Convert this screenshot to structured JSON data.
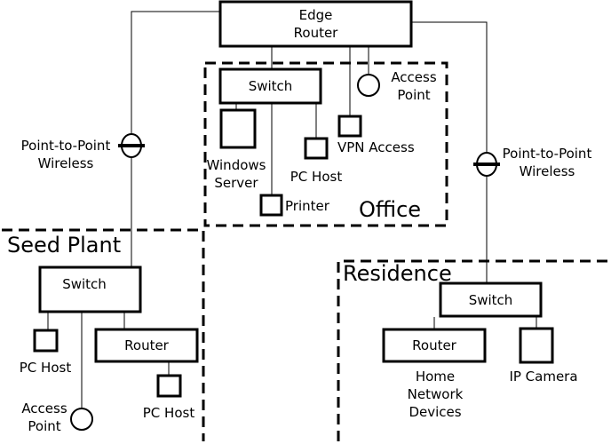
{
  "edge_router": {
    "label_line1": "Edge",
    "label_line2": "Router"
  },
  "office": {
    "zone_label": "Office",
    "switch_label": "Switch",
    "access_point": {
      "line1": "Access",
      "line2": "Point"
    },
    "vpn_label": "VPN Access",
    "server": {
      "line1": "Windows",
      "line2": "Server"
    },
    "pc_host_label": "PC Host",
    "printer_label": "Printer"
  },
  "wireless_left": {
    "line1": "Point-to-Point",
    "line2": "Wireless"
  },
  "wireless_right": {
    "line1": "Point-to-Point",
    "line2": "Wireless"
  },
  "seed_plant": {
    "zone_label": "Seed Plant",
    "switch_label": "Switch",
    "router_label": "Router",
    "pc_host_left_label": "PC Host",
    "pc_host_right_label": "PC Host",
    "access_point": {
      "line1": "Access",
      "line2": "Point"
    }
  },
  "residence": {
    "zone_label": "Residence",
    "switch_label": "Switch",
    "router_label": "Router",
    "home_devices": {
      "line1": "Home",
      "line2": "Network",
      "line3": "Devices"
    },
    "camera_label": "IP Camera"
  }
}
